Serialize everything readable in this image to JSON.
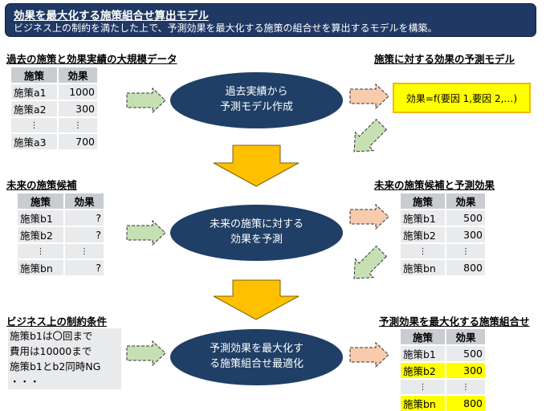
{
  "header": {
    "title": "効果を最大化する施策組合せ算出モデル",
    "subtitle": "ビジネス上の制約を満たした上で、予測効果を最大化する施策の組合せを算出するモデルを構築。"
  },
  "headings": {
    "past_data": "過去の施策と効果実績の大規模データ",
    "prediction_model": "施策に対する効果の予測モデル",
    "future_candidates": "未来の施策候補",
    "future_predicted": "未来の施策候補と予測効果",
    "constraints": "ビジネス上の制約条件",
    "optimal_combination": "予測効果を最大化する施策組合せ"
  },
  "table_columns": {
    "measure": "施策",
    "effect": "効果"
  },
  "vertical_dots": "⋮",
  "past_table": [
    {
      "measure": "施策a1",
      "effect": "1000"
    },
    {
      "measure": "施策a2",
      "effect": "300"
    },
    {
      "measure": "⋮",
      "effect": "⋮"
    },
    {
      "measure": "施策a3",
      "effect": "700"
    }
  ],
  "future_table": [
    {
      "measure": "施策b1",
      "effect": "?"
    },
    {
      "measure": "施策b2",
      "effect": "?"
    },
    {
      "measure": "⋮",
      "effect": "⋮"
    },
    {
      "measure": "施策bn",
      "effect": "?"
    }
  ],
  "predicted_table": [
    {
      "measure": "施策b1",
      "effect": "500"
    },
    {
      "measure": "施策b2",
      "effect": "300"
    },
    {
      "measure": "⋮",
      "effect": "⋮"
    },
    {
      "measure": "施策bn",
      "effect": "800"
    }
  ],
  "optimal_table": [
    {
      "measure": "施策b1",
      "effect": "500",
      "highlight": false
    },
    {
      "measure": "施策b2",
      "effect": "300",
      "highlight": true
    },
    {
      "measure": "⋮",
      "effect": "⋮",
      "highlight": false
    },
    {
      "measure": "施策bn",
      "effect": "800",
      "highlight": true
    }
  ],
  "process_steps": {
    "step1": [
      "過去実績から",
      "予測モデル作成"
    ],
    "step2": [
      "未来の施策に対する",
      "効果を予測"
    ],
    "step3": [
      "予測効果を最大化す",
      "る施策組合せ最適化"
    ]
  },
  "model_formula": "効果=f(要因 1,要因 2,…)",
  "constraints": [
    "施策b1は〇回まで",
    "費用は10000まで",
    "施策b1とb2同時NG",
    "・・・"
  ],
  "colors": {
    "header_bg": "#1f3864",
    "ellipse": "#1f3f66",
    "arrow_green": "#c6e0b4",
    "arrow_orange": "#f8cbad",
    "arrow_down": "#ffc000",
    "highlight": "#ffff00"
  }
}
